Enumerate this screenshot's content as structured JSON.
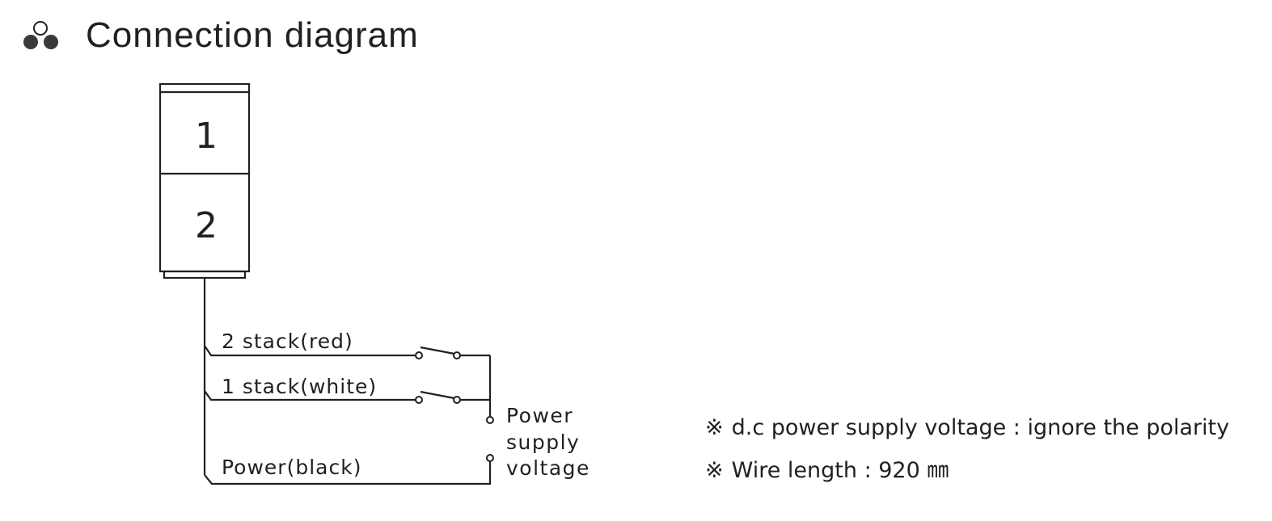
{
  "header": {
    "icon": "three-dots-icon",
    "title": "Connection diagram"
  },
  "diagram": {
    "stack_tiers": [
      "1",
      "2"
    ],
    "wires": {
      "tier2": "2 stack(red)",
      "tier1": "1 stack(white)",
      "power": "Power(black)"
    },
    "power_supply": {
      "line1": "Power",
      "line2": "supply",
      "line3": "voltage"
    }
  },
  "notes": [
    {
      "mark": "※",
      "text": "d.c power supply voltage : ignore the polarity"
    },
    {
      "mark": "※",
      "text": "Wire length : 920 ㎜"
    }
  ]
}
